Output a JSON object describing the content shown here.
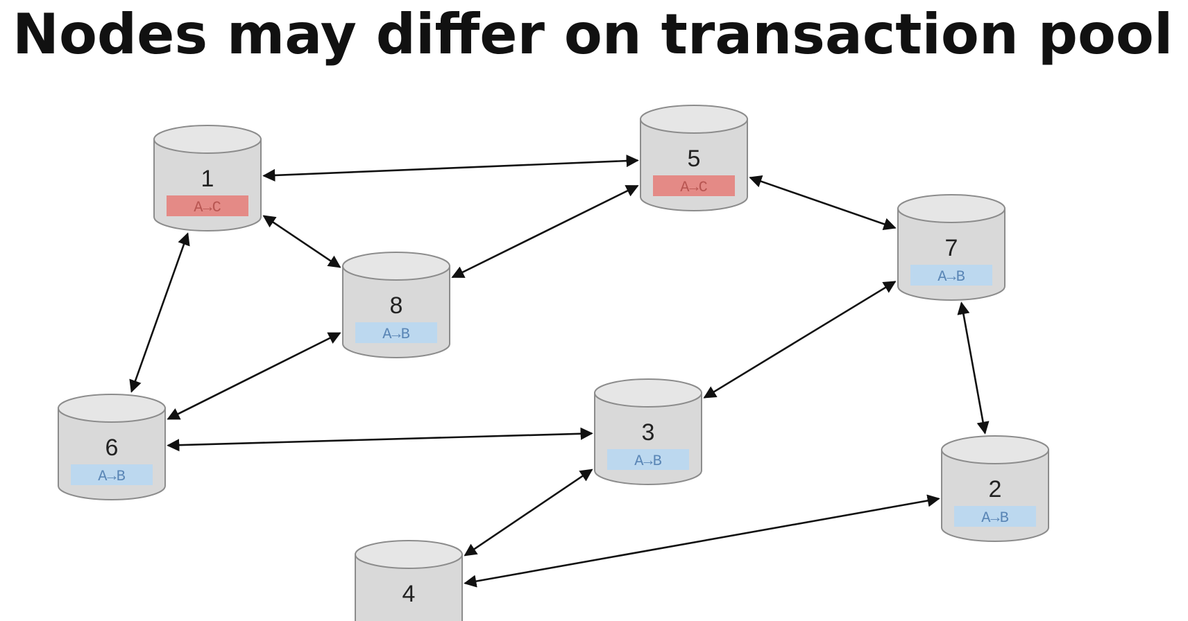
{
  "title": "Nodes may differ on transaction pool",
  "colors": {
    "node_fill": "#d9d9d9",
    "node_stroke": "#8c8c8c",
    "node_top": "#e6e6e6",
    "tx_red_bg": "#e48a86",
    "tx_red_text": "#b85652",
    "tx_blue_bg": "#bcd8ef",
    "tx_blue_text": "#5a86b6",
    "edge": "#111111"
  },
  "nodes": [
    {
      "id": "1",
      "label": "1",
      "tx": "A→C",
      "tx_color": "red"
    },
    {
      "id": "5",
      "label": "5",
      "tx": "A→C",
      "tx_color": "red"
    },
    {
      "id": "7",
      "label": "7",
      "tx": "A→B",
      "tx_color": "blue"
    },
    {
      "id": "8",
      "label": "8",
      "tx": "A→B",
      "tx_color": "blue"
    },
    {
      "id": "6",
      "label": "6",
      "tx": "A→B",
      "tx_color": "blue"
    },
    {
      "id": "3",
      "label": "3",
      "tx": "A→B",
      "tx_color": "blue"
    },
    {
      "id": "2",
      "label": "2",
      "tx": "A→B",
      "tx_color": "blue"
    },
    {
      "id": "4",
      "label": "4",
      "tx": "",
      "tx_color": "blue"
    }
  ],
  "edges": [
    {
      "from": "1",
      "to": "5"
    },
    {
      "from": "1",
      "to": "8"
    },
    {
      "from": "1",
      "to": "6"
    },
    {
      "from": "5",
      "to": "8"
    },
    {
      "from": "5",
      "to": "7"
    },
    {
      "from": "8",
      "to": "6"
    },
    {
      "from": "7",
      "to": "3"
    },
    {
      "from": "7",
      "to": "2"
    },
    {
      "from": "6",
      "to": "3"
    },
    {
      "from": "3",
      "to": "4"
    },
    {
      "from": "4",
      "to": "2"
    }
  ]
}
